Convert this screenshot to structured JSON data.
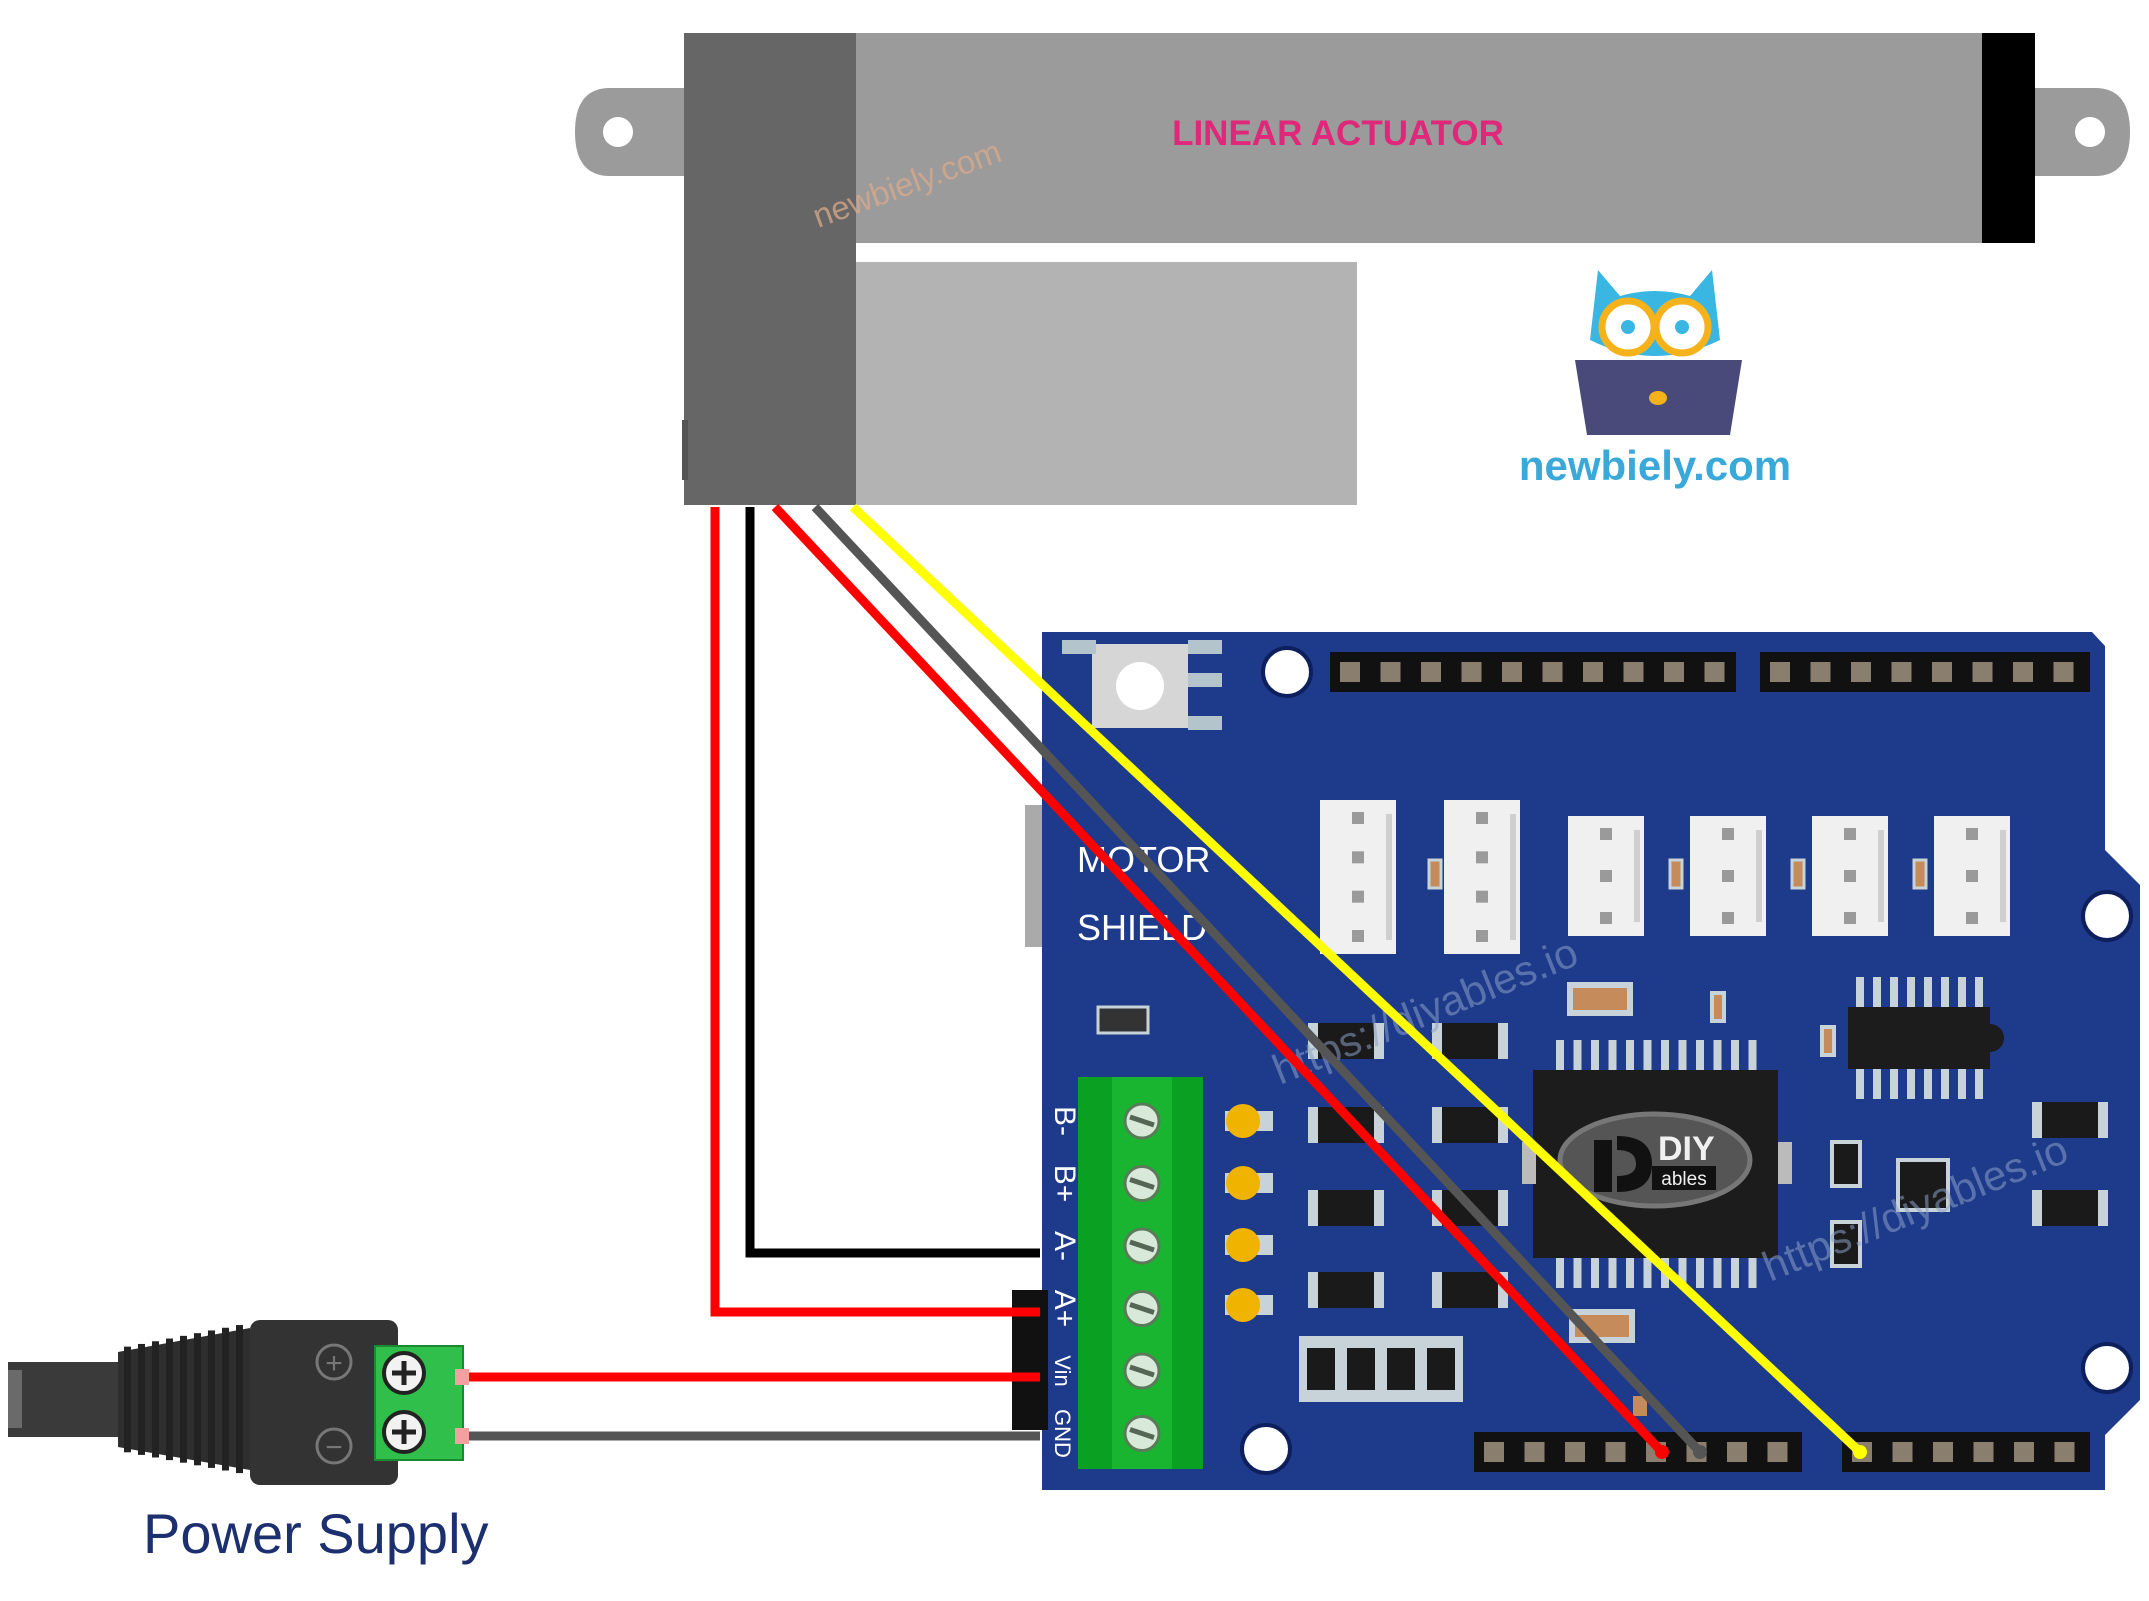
{
  "actuator": {
    "label": "LINEAR ACTUATOR",
    "watermark": "newbiely.com",
    "color_body": "#9b9b9b",
    "color_head": "#666666",
    "color_rod": "#b3b3b3",
    "color_label": "#e0287a"
  },
  "brand": {
    "name": "newbiely.com",
    "color": "#3aa8d8"
  },
  "shield": {
    "title_line1": "MOTOR",
    "title_line2": "SHIELD",
    "watermark": "https://diyables.io",
    "chip_logo_top": "DIY",
    "chip_logo_bottom": "ables",
    "terminal_labels": [
      "B-",
      "B+",
      "A-",
      "A+",
      "Vin",
      "GND"
    ],
    "color_board": "#1e3a8a"
  },
  "power": {
    "label": "Power Supply",
    "plus_symbol": "+",
    "minus_symbol": "−",
    "color_label": "#1c2f6e"
  },
  "wires": [
    {
      "name": "actuator-red-to-A+",
      "color": "#ff0000"
    },
    {
      "name": "actuator-black-to-A-",
      "color": "#000000"
    },
    {
      "name": "actuator-red-to-pin",
      "color": "#ff0000"
    },
    {
      "name": "actuator-gray-to-pin",
      "color": "#555555"
    },
    {
      "name": "actuator-yellow-to-pin",
      "color": "#ffff00"
    },
    {
      "name": "power-red-to-Vin",
      "color": "#ff0000"
    },
    {
      "name": "power-gray-to-GND",
      "color": "#555555"
    }
  ]
}
